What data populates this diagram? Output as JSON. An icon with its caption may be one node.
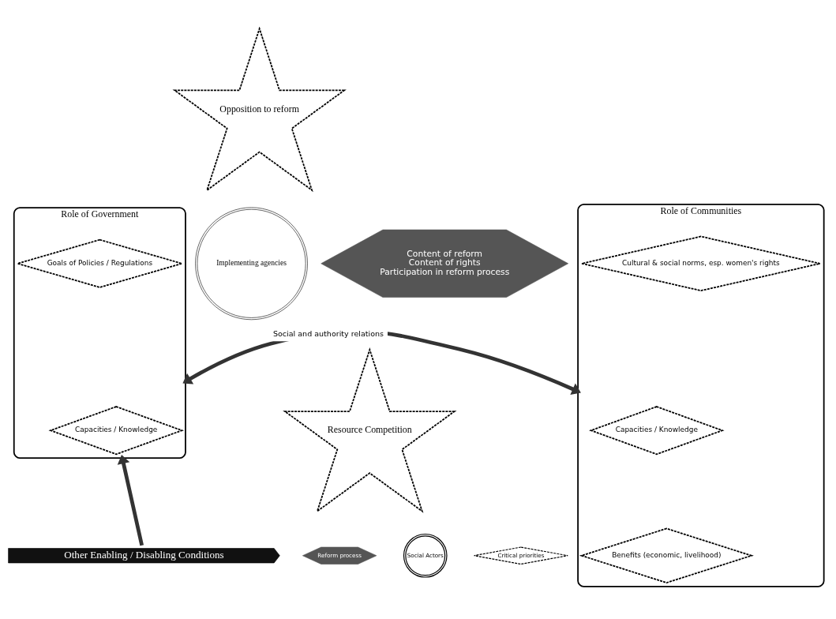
{
  "diagram": {
    "nodes": [
      {
        "text": [
          "Role of Government"
        ]
      },
      {
        "text": [
          "Implementing agencies"
        ]
      },
      {
        "text": [
          "Goals of Policies / Regulations"
        ],
        "in": 0
      },
      {
        "text": [
          "Capacities / Knowledge"
        ],
        "in": 0
      },
      {
        "text": [
          "Opposition to reform"
        ]
      },
      {
        "text": [
          "Content of reform",
          "Content of rights",
          "Participation in reform process"
        ]
      },
      {
        "text": [
          "Role of Communities"
        ]
      },
      {
        "text": [
          "Cultural & social norms, esp. women's rights"
        ],
        "in": 6
      },
      {
        "text": [
          "Capacities / Knowledge"
        ],
        "in": 6
      },
      {
        "text": [
          "Benefits (economic, livelihood)"
        ],
        "in": 6
      },
      {
        "text": [
          "Resource Competition"
        ]
      },
      {
        "text": [
          "Other Enabling / Disabling Conditions"
        ]
      }
    ],
    "edges": [
      {
        "from": 0,
        "to": 6,
        "arrow": "both",
        "label": "Social and authority relations"
      },
      {
        "from": 11,
        "to": 0,
        "arrow": "to"
      }
    ],
    "legend": [
      {
        "text": "Reform process"
      },
      {
        "text": "Social Actors"
      },
      {
        "text": "Critical priorities"
      }
    ]
  }
}
